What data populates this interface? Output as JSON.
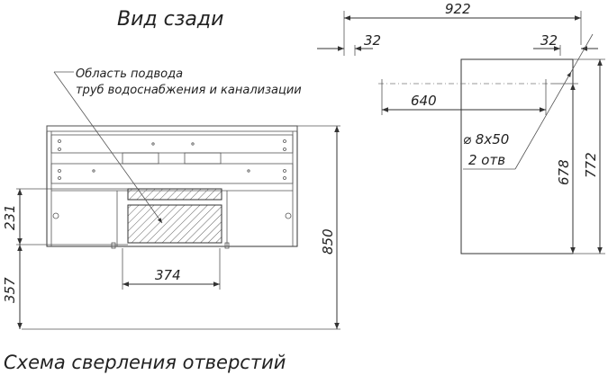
{
  "titles": {
    "rear_view": "Вид сзади",
    "drilling_scheme": "Схема сверления отверстий"
  },
  "annotation": {
    "line1": "Область подвода",
    "line2": "труб водоснабжения и канализации"
  },
  "dimensions": {
    "width_total": "922",
    "offset_left": "32",
    "offset_right": "32",
    "hole_spacing": "640",
    "side_height_inner": "678",
    "side_height_outer": "772",
    "cabinet_height": "850",
    "zone_height": "231",
    "zone_bottom": "357",
    "zone_width": "374"
  },
  "hole_spec": {
    "diameter": "⌀ 8x50",
    "count": "2 отв"
  }
}
